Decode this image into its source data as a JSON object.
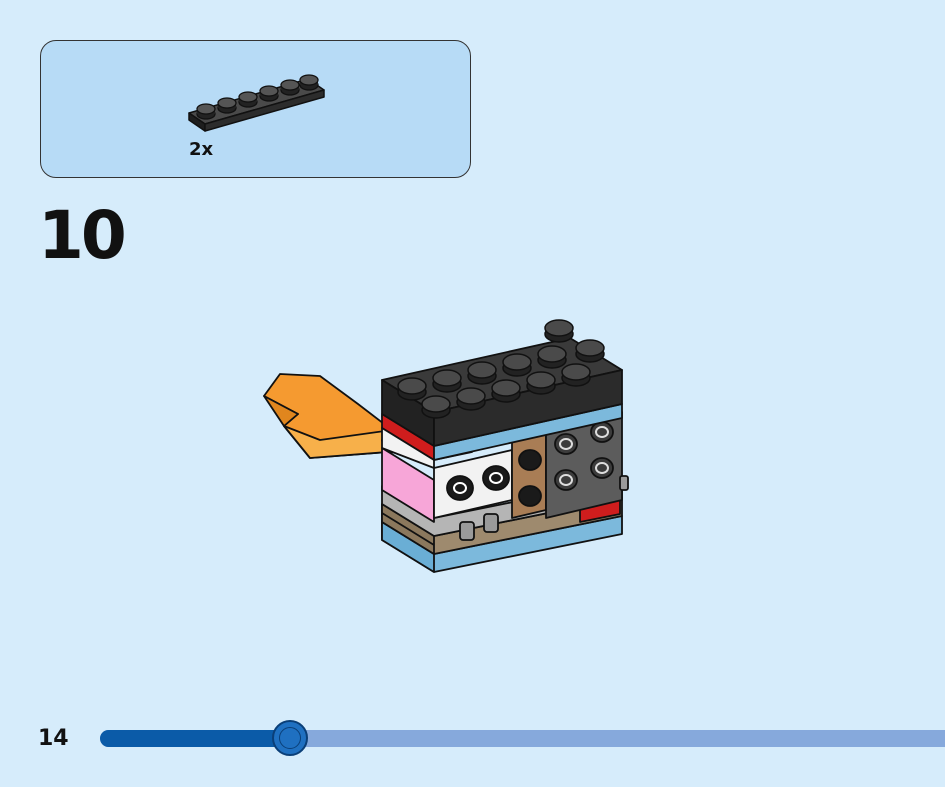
{
  "parts_box": {
    "count_label": "2x",
    "part_color": "#2a2a2a"
  },
  "step": {
    "number": "10"
  },
  "footer": {
    "page_number": "14",
    "progress_fraction": 0.225
  },
  "colors": {
    "background": "#d6ecfb",
    "parts_box_background": "#b7dbf6",
    "progress_track": "#86a9dc",
    "progress_fill": "#0b5ba8"
  }
}
